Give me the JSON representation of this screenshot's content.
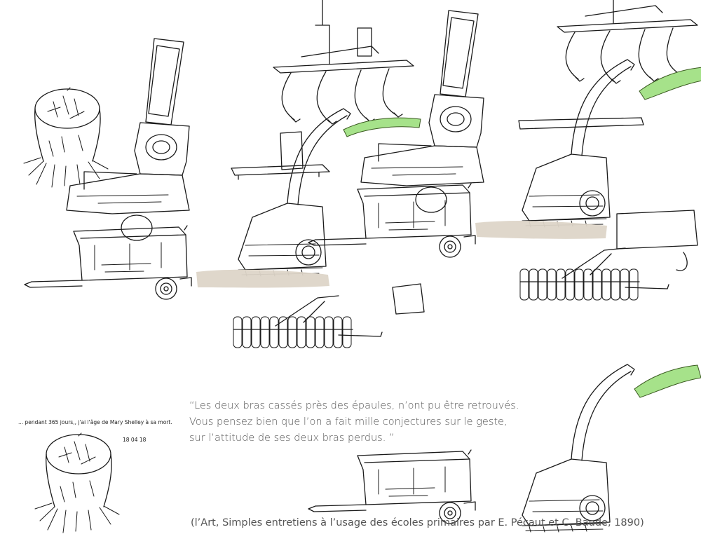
{
  "note": {
    "line": "... pendant 365 jours,, j'ai l'âge de Mary Shelley à sa mort.",
    "date": "18 04 18"
  },
  "quote": {
    "lines": [
      "“Les deux bras cassés près des épaules, n’ont pu être retrouvés.",
      "Vous pensez bien que l’on a fait mille conjectures sur le geste,",
      "sur l’attitude de ses deux bras perdus. ”"
    ],
    "citation": "(l’Art, Simples entretiens à l’usage des écoles primaires par E. Pécaut et C. Baude, 1890)"
  },
  "colors": {
    "ink": "#1a1a1a",
    "grass": "#a6e28a",
    "stubble": "#ddd5c8",
    "quote_text": "#555555"
  },
  "icons": [
    "tree-stump-icon",
    "tractor-icon",
    "forage-harvester-icon",
    "trailer-icon",
    "roller-harrow-icon",
    "cultivator-icon"
  ]
}
